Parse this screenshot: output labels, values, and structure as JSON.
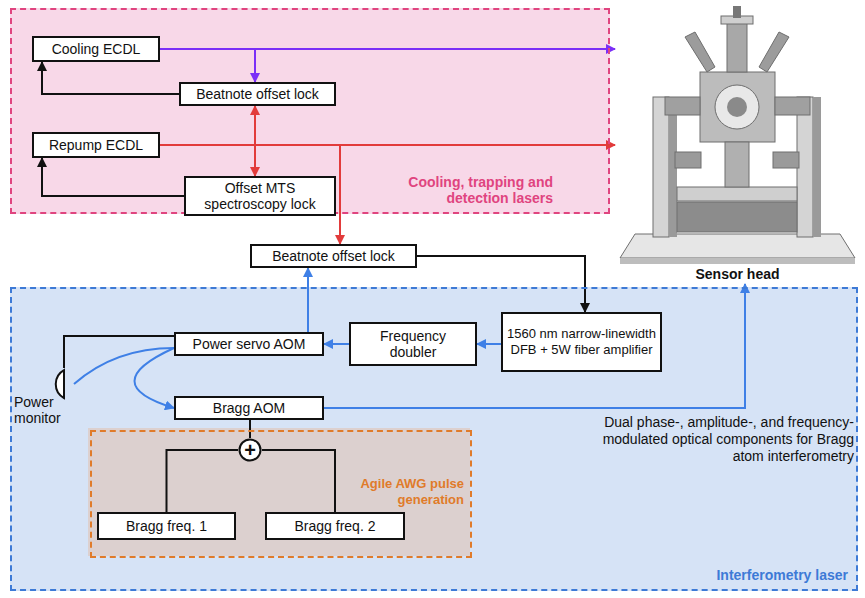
{
  "diagram": {
    "nodes": [
      {
        "text": [
          "Cooling, trapping and detection lasers"
        ]
      },
      {
        "text": [
          "Cooling ECDL"
        ],
        "in": 0
      },
      {
        "text": [
          "Beatnote offset lock"
        ],
        "in": 0
      },
      {
        "text": [
          "Repump ECDL"
        ],
        "in": 0
      },
      {
        "text": [
          "Offset MTS spectroscopy lock"
        ],
        "in": 0
      },
      {
        "text": [
          "Sensor head"
        ]
      },
      {
        "text": [
          "Beatnote offset lock"
        ]
      },
      {
        "text": [
          "Interferometry laser"
        ]
      },
      {
        "text": [
          "Power servo AOM"
        ],
        "in": 7
      },
      {
        "text": [
          "Frequency doubler"
        ],
        "in": 7
      },
      {
        "text": [
          "1560 nm narrow-linewidth DFB + 5W fiber amplifier"
        ],
        "in": 7
      },
      {
        "text": [
          "Power monitor"
        ],
        "in": 7
      },
      {
        "text": [
          "Bragg AOM"
        ],
        "in": 7
      },
      {
        "text": [
          "Agile AWG pulse generation"
        ],
        "in": 7
      },
      {
        "text": [
          "Bragg freq. 1"
        ],
        "in": 13
      },
      {
        "text": [
          "Bragg freq. 2"
        ],
        "in": 13
      },
      {
        "text": [
          "+"
        ],
        "in": 13
      }
    ],
    "edges": [
      {
        "from": 1,
        "to": 5,
        "arrow": "to"
      },
      {
        "from": 1,
        "to": 2,
        "arrow": "to"
      },
      {
        "from": 2,
        "to": 1,
        "arrow": "to"
      },
      {
        "from": 3,
        "to": 5,
        "arrow": "to"
      },
      {
        "from": 3,
        "to": 2,
        "arrow": "to"
      },
      {
        "from": 3,
        "to": 4,
        "arrow": "to"
      },
      {
        "from": 4,
        "to": 3,
        "arrow": "to"
      },
      {
        "from": 3,
        "to": 6,
        "arrow": "to"
      },
      {
        "from": 9,
        "to": 6,
        "arrow": "to"
      },
      {
        "from": 6,
        "to": 10,
        "arrow": "to"
      },
      {
        "from": 10,
        "to": 9,
        "arrow": "to"
      },
      {
        "from": 9,
        "to": 8,
        "arrow": "to"
      },
      {
        "from": 8,
        "to": 11,
        "arrow": "none"
      },
      {
        "from": 8,
        "to": 12,
        "arrow": "to"
      },
      {
        "from": 11,
        "to": 8,
        "arrow": "none"
      },
      {
        "from": 12,
        "to": 5,
        "arrow": "to"
      },
      {
        "from": 16,
        "to": 12,
        "arrow": "none"
      },
      {
        "from": 14,
        "to": 16,
        "arrow": "none"
      },
      {
        "from": 15,
        "to": 16,
        "arrow": "none"
      }
    ],
    "labels": [
      "Dual phase-, amplitude-, and frequency-modulated optical components for Bragg atom interferometry"
    ]
  }
}
